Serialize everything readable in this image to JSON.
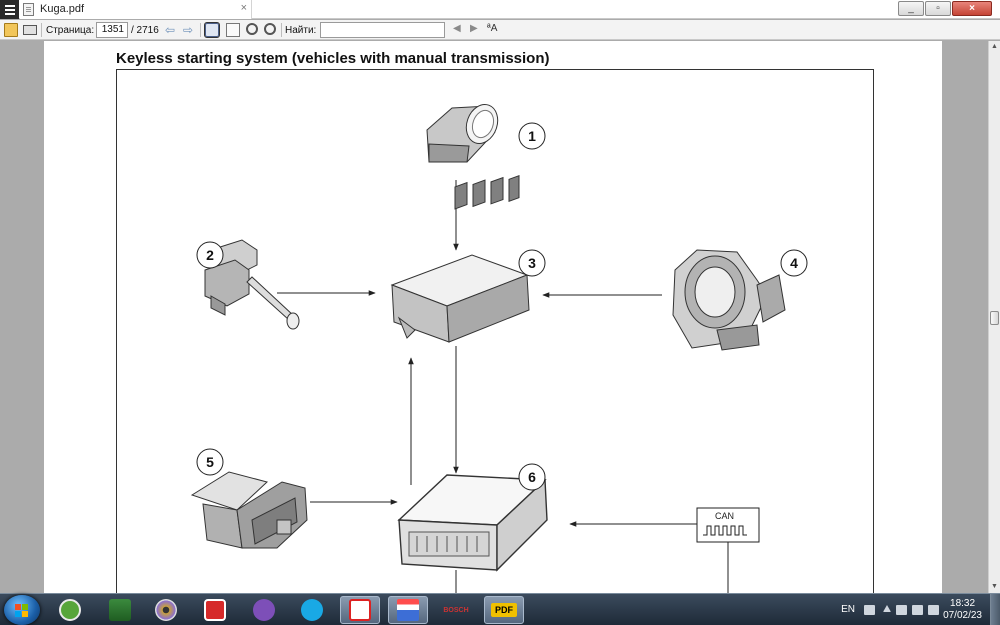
{
  "tab": {
    "title": "Kuga.pdf",
    "close": "×"
  },
  "toolbar": {
    "page_label": "Страница:",
    "page_current": "1351",
    "page_total": "/ 2716",
    "find_label": "Найти:",
    "find_value": "",
    "find_options": "ªA"
  },
  "document": {
    "title": "Keyless starting system (vehicles with manual transmission)",
    "callouts": [
      "1",
      "2",
      "3",
      "4",
      "5",
      "6"
    ],
    "can_label": "CAN"
  },
  "taskbar": {
    "language": "EN",
    "time": "18:32",
    "date": "07/02/23",
    "bosch_label": "BOSCH",
    "pdf_label": "PDF"
  },
  "colors": {
    "chrome": "#f3f3f3",
    "viewport": "#ababab",
    "taskbar": "#2a3646",
    "diagram_line": "#222222"
  }
}
